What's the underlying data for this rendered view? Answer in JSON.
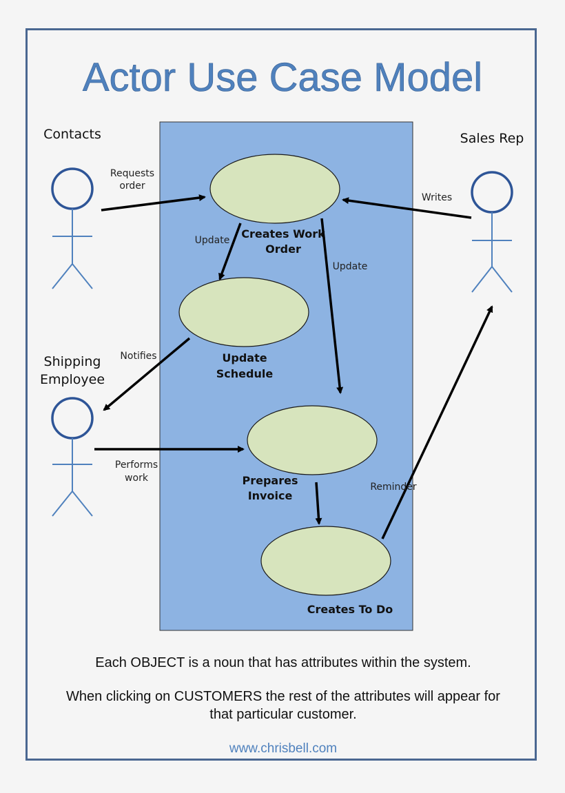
{
  "title": "Actor Use Case Model",
  "actors": {
    "contacts": "Contacts",
    "sales_rep": "Sales Rep",
    "shipping_line1": "Shipping",
    "shipping_line2": "Employee"
  },
  "use_cases": {
    "creates_work_order": [
      "Creates Work",
      "Order"
    ],
    "update_schedule": [
      "Update",
      "Schedule"
    ],
    "prepares_invoice": [
      "Prepares",
      "Invoice"
    ],
    "creates_to_do": "Creates To Do"
  },
  "edge_labels": {
    "requests_order": [
      "Requests",
      "order"
    ],
    "writes": "Writes",
    "update_left": "Update",
    "update_right": "Update",
    "notifies": "Notifies",
    "performs_work": [
      "Performs",
      "work"
    ],
    "reminder": "Reminder"
  },
  "notes": {
    "line1": "Each OBJECT is a noun that has attributes within the system.",
    "line2": "When clicking on CUSTOMERS the rest of the attributes will appear for",
    "line3": "that particular customer."
  },
  "footer_link": "www.chrisbell.com",
  "colors": {
    "system_box": "#8db3e2",
    "use_case_fill": "#d7e4bd",
    "title": "#4f81bd",
    "actor": "#4f81bd"
  }
}
